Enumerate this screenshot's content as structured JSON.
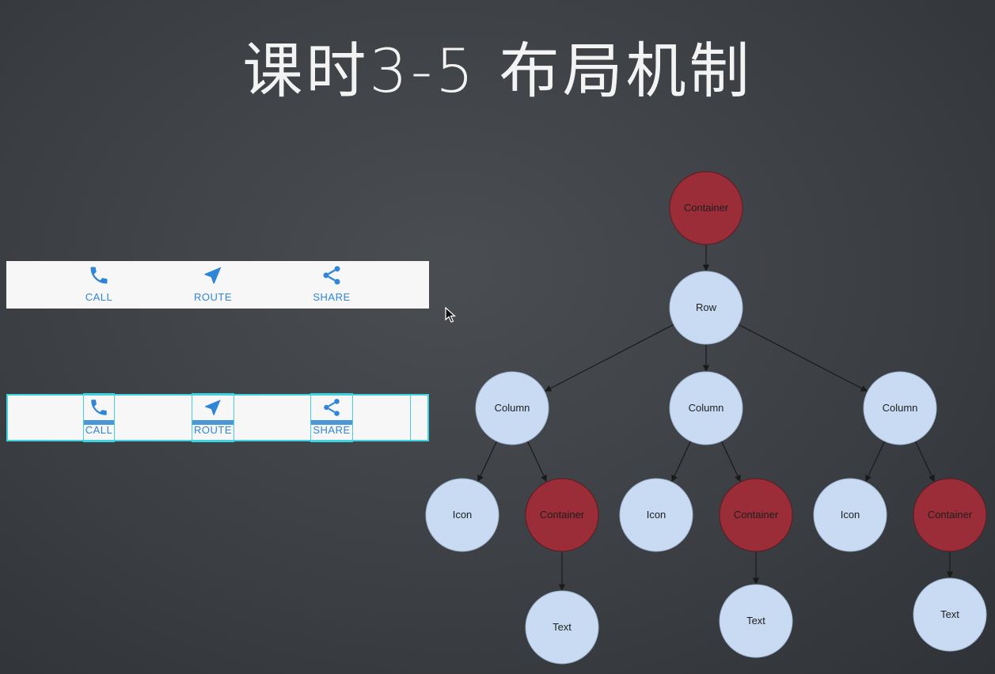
{
  "title": "课时3-5 布局机制",
  "buttons": [
    {
      "label": "CALL",
      "icon": "phone-icon"
    },
    {
      "label": "ROUTE",
      "icon": "navigation-arrow-icon"
    },
    {
      "label": "SHARE",
      "icon": "share-icon"
    }
  ],
  "colors": {
    "accent": "#2f86d8",
    "container_node": "#9b2d38",
    "widget_node": "#c8dbf2",
    "debug_outline": "#3fd3e0"
  },
  "tree": {
    "nodes": [
      {
        "id": "root",
        "label": "Container",
        "kind": "container"
      },
      {
        "id": "row",
        "label": "Row",
        "kind": "widget"
      },
      {
        "id": "col1",
        "label": "Column",
        "kind": "widget"
      },
      {
        "id": "col2",
        "label": "Column",
        "kind": "widget"
      },
      {
        "id": "col3",
        "label": "Column",
        "kind": "widget"
      },
      {
        "id": "icon1",
        "label": "Icon",
        "kind": "widget"
      },
      {
        "id": "cont1",
        "label": "Container",
        "kind": "container"
      },
      {
        "id": "icon2",
        "label": "Icon",
        "kind": "widget"
      },
      {
        "id": "cont2",
        "label": "Container",
        "kind": "container"
      },
      {
        "id": "icon3",
        "label": "Icon",
        "kind": "widget"
      },
      {
        "id": "cont3",
        "label": "Container",
        "kind": "container"
      },
      {
        "id": "text1",
        "label": "Text",
        "kind": "widget"
      },
      {
        "id": "text2",
        "label": "Text",
        "kind": "widget"
      },
      {
        "id": "text3",
        "label": "Text",
        "kind": "widget"
      }
    ],
    "edges": [
      [
        "root",
        "row"
      ],
      [
        "row",
        "col1"
      ],
      [
        "row",
        "col2"
      ],
      [
        "row",
        "col3"
      ],
      [
        "col1",
        "icon1"
      ],
      [
        "col1",
        "cont1"
      ],
      [
        "col2",
        "icon2"
      ],
      [
        "col2",
        "cont2"
      ],
      [
        "col3",
        "icon3"
      ],
      [
        "col3",
        "cont3"
      ],
      [
        "cont1",
        "text1"
      ],
      [
        "cont2",
        "text2"
      ],
      [
        "cont3",
        "text3"
      ]
    ]
  }
}
